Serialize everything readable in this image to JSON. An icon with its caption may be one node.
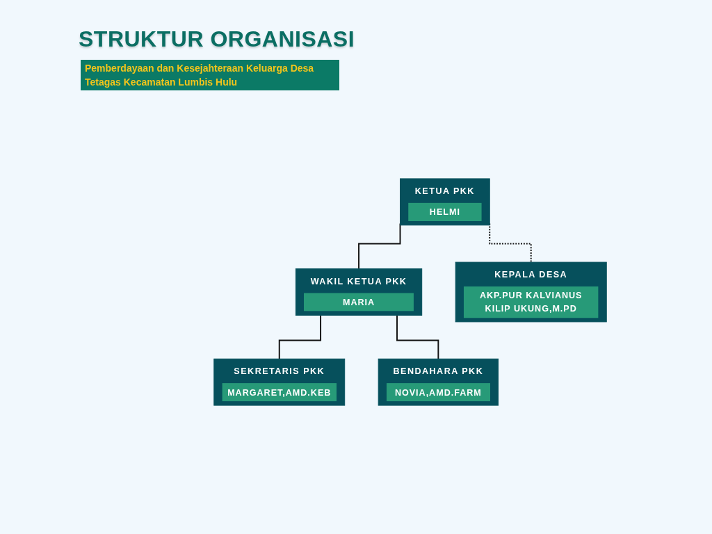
{
  "diagram": {
    "title": "STRUKTUR ORGANISASI",
    "nodes": [
      {
        "text": [
          "KETUA PKK",
          "HELMI"
        ]
      },
      {
        "text": [
          "KEPALA DESA",
          "AKP.PUR KALVIANUS KILIP UKUNG,M.PD"
        ]
      },
      {
        "text": [
          "WAKIL KETUA PKK",
          "MARIA"
        ]
      },
      {
        "text": [
          "SEKRETARIS PKK",
          "MARGARET,AMD.KEB"
        ]
      },
      {
        "text": [
          "BENDAHARA PKK",
          "NOVIA,AMD.FARM"
        ]
      }
    ],
    "edges": [
      {
        "from": 0,
        "to": 1,
        "arrow": "none",
        "style": "dashed"
      },
      {
        "from": 0,
        "to": 2,
        "arrow": "none"
      },
      {
        "from": 2,
        "to": 3,
        "arrow": "none"
      },
      {
        "from": 2,
        "to": 4,
        "arrow": "none"
      }
    ],
    "labels": [
      "Pemberdayaan dan Kesejahteraan Keluarga Desa Tetagas Kecamatan Lumbis Hulu"
    ]
  }
}
